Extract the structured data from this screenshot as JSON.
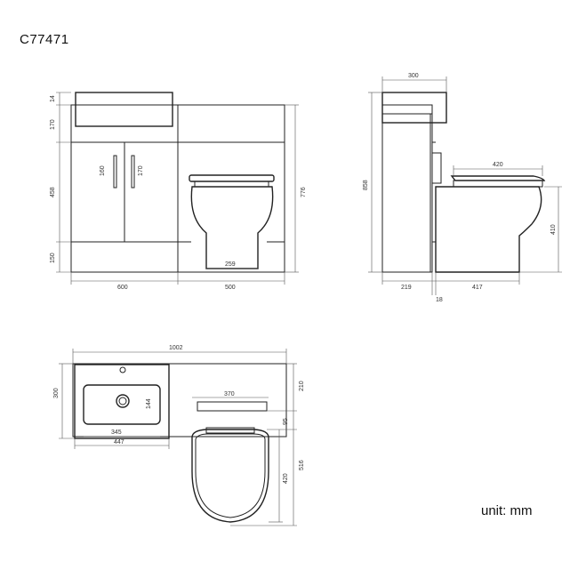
{
  "product_code": "C77471",
  "unit_label": "unit: mm",
  "front_view": {
    "dims": {
      "top": "14",
      "basin_height": "170",
      "door": "458",
      "plinth": "150",
      "handle_left": "160",
      "handle_right": "170",
      "overall_height": "776",
      "toilet_base": "259",
      "width_left": "600",
      "width_right": "500"
    }
  },
  "side_view": {
    "dims": {
      "top_depth": "300",
      "height": "858",
      "seat": "420",
      "pan_height": "410",
      "cabinet_depth": "219",
      "pan_projection": "417",
      "gap": "18"
    }
  },
  "top_view": {
    "dims": {
      "overall_width": "1002",
      "depth": "300",
      "depth_right": "210",
      "seat_width": "370",
      "basin_inner_width": "345",
      "basin_outer_width": "447",
      "basin_depth": "144",
      "cistern_gap": "95",
      "seat_length": "420",
      "pan_length": "516"
    }
  }
}
